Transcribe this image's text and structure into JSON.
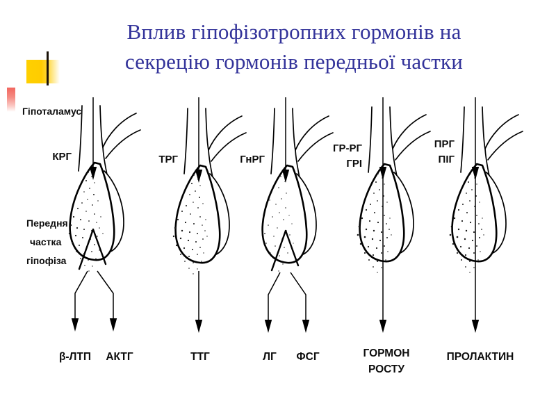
{
  "slide": {
    "title_lines": [
      "Вплив гіпофізотропних гормонів на",
      "секрецію гормонів передньої частки"
    ],
    "title_color": "#33339A",
    "background_color": "#FFFFFF",
    "accent_bar_color": "#FFCC00",
    "accent_tick_color": "#1A1208",
    "accent_pink_color": "#F2665E"
  },
  "diagram": {
    "side_labels": {
      "hypothalamus": "Гіпоталамус",
      "anterior_lobe_line1": "Передня",
      "anterior_lobe_line2": "частка",
      "anterior_lobe_line3": "гіпофіза"
    },
    "groups": [
      {
        "id": "crh",
        "releasing_hormones": [
          "КРГ"
        ],
        "output_hormones": [
          "β-ЛТП",
          "АКТГ"
        ],
        "output_count": 2,
        "stipple_density": "heavy"
      },
      {
        "id": "trh",
        "releasing_hormones": [
          "ТРГ"
        ],
        "output_hormones": [
          "ТТГ"
        ],
        "output_count": 1,
        "stipple_density": "heavy"
      },
      {
        "id": "gnrh",
        "releasing_hormones": [
          "ГнРГ"
        ],
        "releasing_hormone_sub": "н",
        "output_hormones": [
          "ЛГ",
          "ФСГ"
        ],
        "output_count": 2,
        "stipple_density": "light"
      },
      {
        "id": "ghrh",
        "releasing_hormones": [
          "ГР-РГ",
          "ГРІ"
        ],
        "output_hormones": [
          "ГОРМОН",
          "РОСТУ"
        ],
        "output_count": 1,
        "stipple_density": "heavy"
      },
      {
        "id": "prl",
        "releasing_hormones": [
          "ПРГ",
          "ПІГ"
        ],
        "output_hormones": [
          "ПРОЛАКТИН"
        ],
        "output_count": 1,
        "stipple_density": "heavy"
      }
    ]
  }
}
